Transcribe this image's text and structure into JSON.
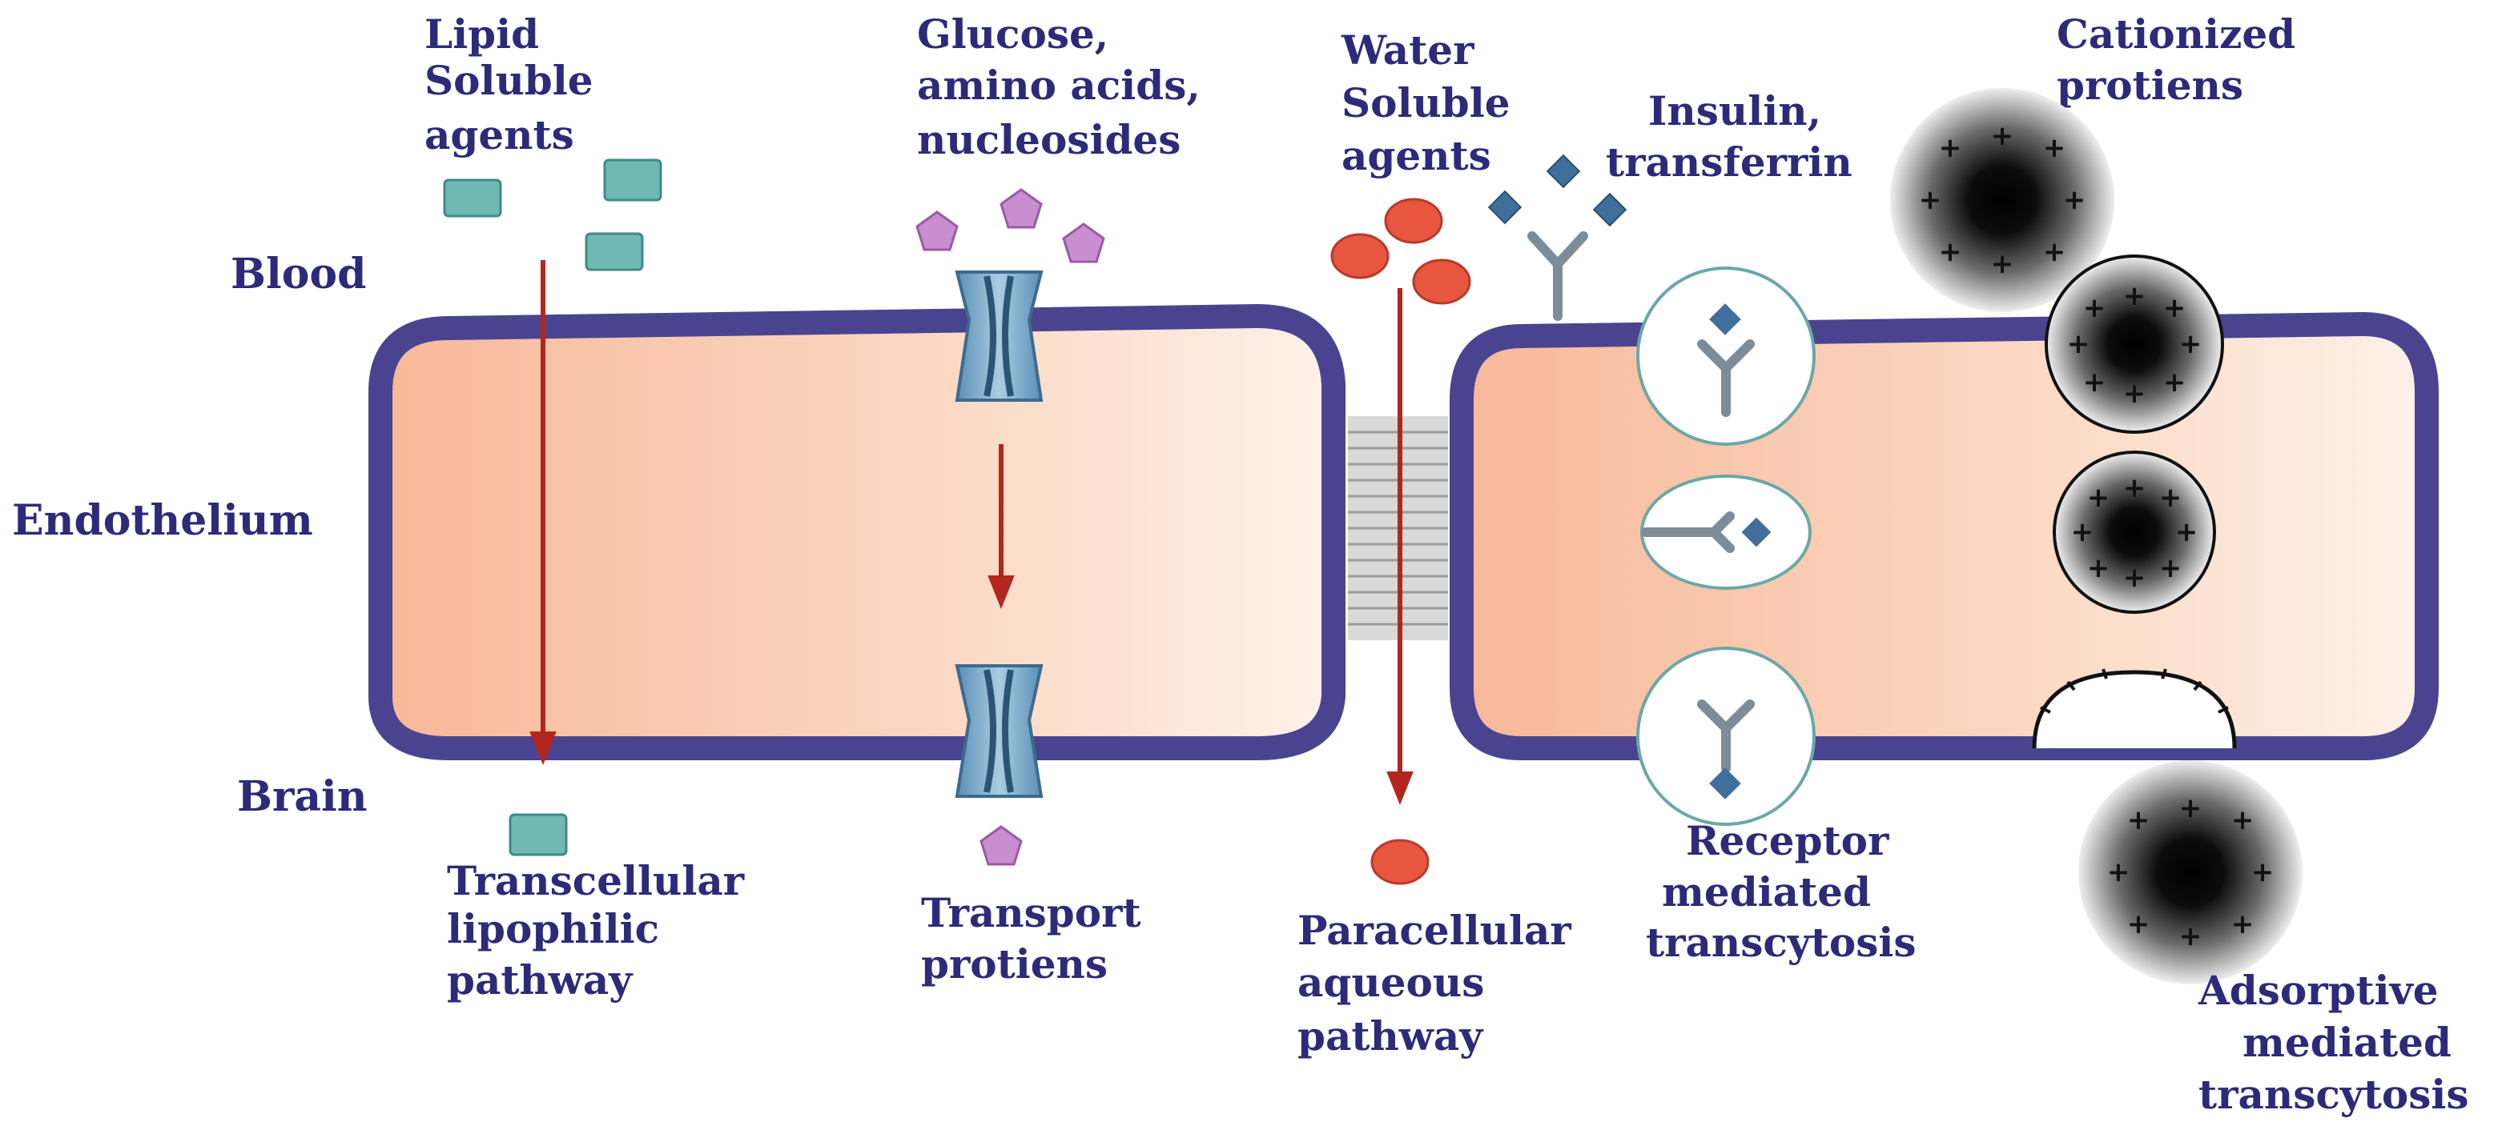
{
  "labels": {
    "blood": "Blood",
    "endothelium": "Endothelium",
    "brain": "Brain",
    "lipid": [
      "Lipid",
      "Soluble",
      "agents"
    ],
    "glucose": [
      "Glucose,",
      "amino acids,",
      "nucleosides"
    ],
    "water": [
      "Water",
      "Soluble",
      "agents"
    ],
    "insulin": [
      "Insulin,",
      "transferrin"
    ],
    "cationized": [
      "Cationized",
      "protiens"
    ],
    "transcellular": [
      "Transcellular",
      "lipophilic",
      "pathway"
    ],
    "transport": [
      "Transport",
      "protiens"
    ],
    "paracellular": [
      "Paracellular",
      "aqueous",
      "pathway"
    ],
    "receptor": [
      "Receptor",
      "mediated",
      "transcytosis"
    ],
    "adsorptive": [
      "Adsorptive",
      "mediated",
      "transcytosis"
    ]
  },
  "colors": {
    "membrane": "#4a4490",
    "cytoplasm": "#f7b899",
    "arrow": "#b3261e",
    "lipid_agent": "#6fb8b4",
    "glucose_agent": "#c98ed0",
    "water_agent": "#e8563f",
    "ligand": "#3f6f9a",
    "label_text": "#2e2a7a"
  },
  "icons": [
    "lipid-agent-square",
    "glucose-pentagon",
    "transport-protein-channel",
    "water-agent-ellipse",
    "insulin-diamond",
    "receptor-y",
    "cationized-protein-plus-sphere",
    "tight-junction"
  ]
}
